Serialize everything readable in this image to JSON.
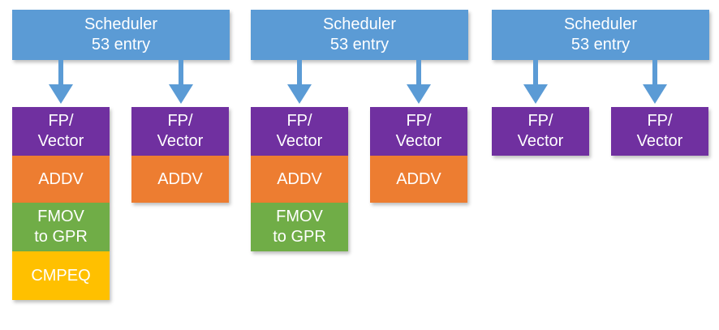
{
  "schedulers": [
    {
      "line1": "Scheduler",
      "line2": "53 entry"
    },
    {
      "line1": "Scheduler",
      "line2": "53 entry"
    },
    {
      "line1": "Scheduler",
      "line2": "53 entry"
    }
  ],
  "pipes": [
    {
      "fp_line1": "FP/",
      "fp_line2": "Vector",
      "ops": [
        "ADDV",
        "FMOV to GPR",
        "CMPEQ"
      ]
    },
    {
      "fp_line1": "FP/",
      "fp_line2": "Vector",
      "ops": [
        "ADDV"
      ]
    },
    {
      "fp_line1": "FP/",
      "fp_line2": "Vector",
      "ops": [
        "ADDV",
        "FMOV to GPR"
      ]
    },
    {
      "fp_line1": "FP/",
      "fp_line2": "Vector",
      "ops": [
        "ADDV"
      ]
    },
    {
      "fp_line1": "FP/",
      "fp_line2": "Vector",
      "ops": []
    },
    {
      "fp_line1": "FP/",
      "fp_line2": "Vector",
      "ops": []
    }
  ],
  "fmov_lines": {
    "line1": "FMOV",
    "line2": "to GPR"
  },
  "colors": {
    "scheduler": "#5b9bd5",
    "fp_vector": "#7030a0",
    "addv": "#ed7d31",
    "fmov": "#70ad47",
    "cmpeq": "#ffc000"
  },
  "icons": [
    "down-arrow-icon"
  ]
}
